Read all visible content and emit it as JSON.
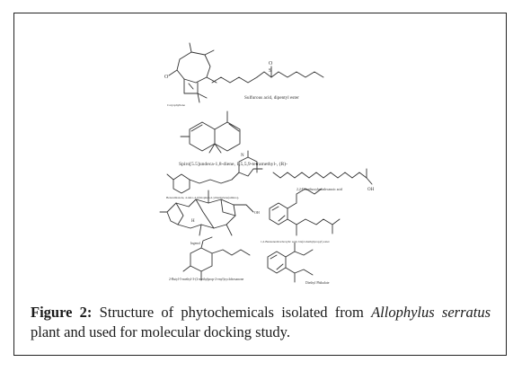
{
  "figure": {
    "labels": {
      "compound1": "Caryophyllene",
      "compound2": "Sulfurous acid, dipentyl ester",
      "compound3": "Spiro[5.5]undeca-1,8-diene, 1,5,5,9-tetramethyl-, (R)-",
      "compound4": "Benzothiazole, 4-nitro-2-[(thiophen-2-ylmethylene)amino]-",
      "compound5": "2,2-Dimethoxyhexadecanoic acid",
      "compound6": "Ingenol",
      "compound7": "1,2-Benzenedicarboxylic acid, bis(2-methylpropyl) ester",
      "compound8": "2-Butyl-5-methyl-3-(2-methylprop-2-enyl)cyclohexanone",
      "compound9": "Diethyl Phthalate"
    },
    "atoms": {
      "o": "O",
      "s": "S",
      "oh": "OH",
      "h": "H",
      "n": "N"
    }
  },
  "caption": {
    "label": "Figure 2:",
    "text_before_italic": " Structure of phytochemicals isolated from ",
    "italic": "Allophylus serratus",
    "text_after_italic": " plant and used for molecular docking study."
  }
}
